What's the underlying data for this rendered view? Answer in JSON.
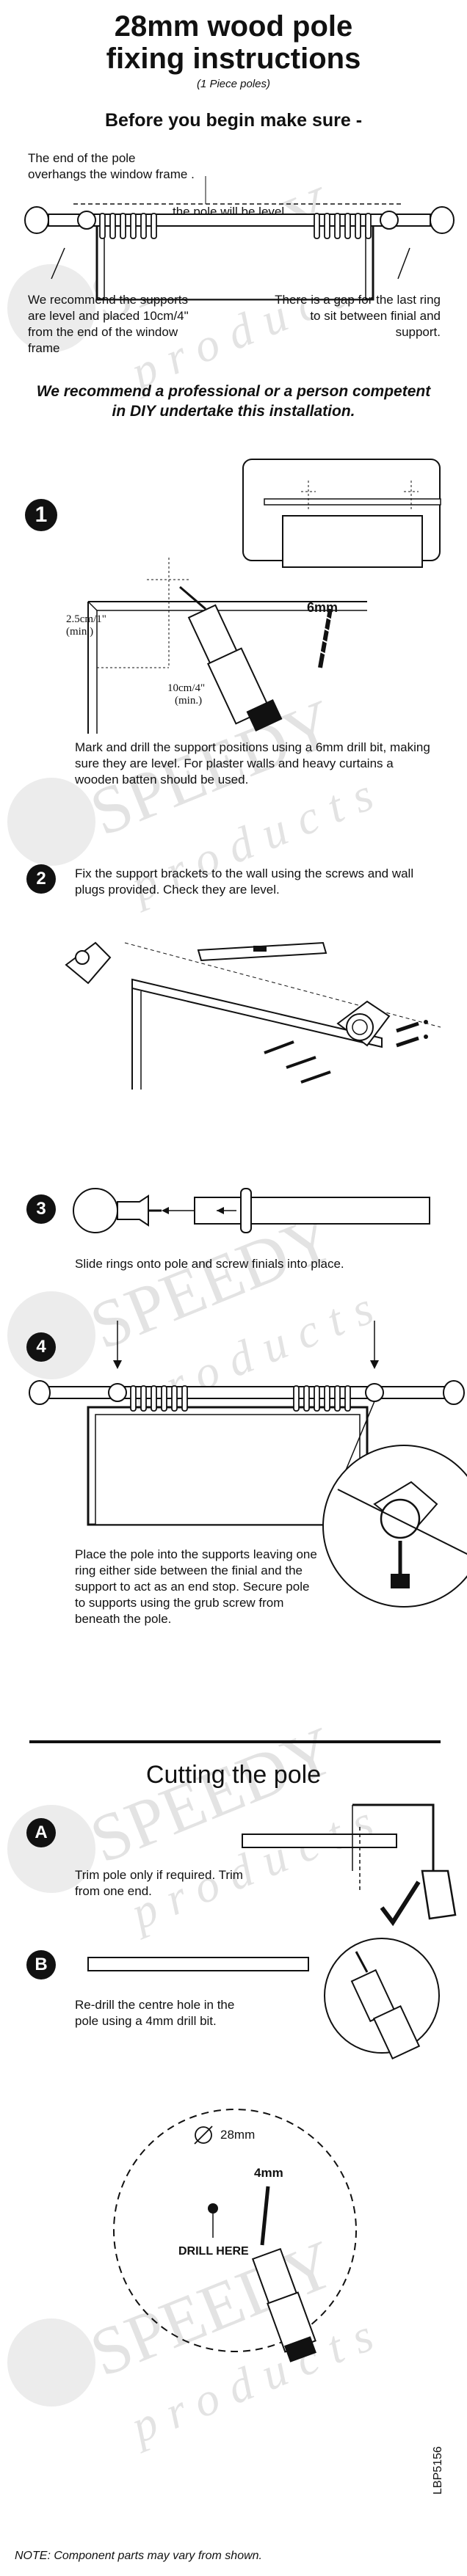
{
  "title_line1": "28mm wood pole",
  "title_line2": "fixing instructions",
  "subtitle": "(1 Piece poles)",
  "before_heading": "Before you begin make sure -",
  "notes": {
    "overhang": "The end of the pole overhangs the window frame .",
    "level": "the pole will be level.",
    "recommend": "We recommend the supports are level and placed 10cm/4\" from the end of the window frame",
    "gap": "There is a gap for the last ring to sit between finial and support."
  },
  "professional": "We recommend a professional or a person competent in DIY undertake this installation.",
  "steps": [
    {
      "number": "1",
      "text": "Mark and drill the support positions using a 6mm drill bit, making sure they are level. For plaster walls and heavy curtains a wooden batten should be used."
    },
    {
      "number": "2",
      "text": "Fix the support brackets to the wall using the screws and wall plugs provided. Check they are level."
    },
    {
      "number": "3",
      "text": "Slide rings onto pole and screw finials into place."
    },
    {
      "number": "4",
      "text": "Place the pole into the supports leaving one ring either side between the finial and the support to act as an end stop. Secure pole to supports using the grub screw from beneath the pole."
    }
  ],
  "step1_labels": {
    "top_gap": "2.5cm/1\"",
    "top_min": "(min.)",
    "side_gap": "10cm/4\"",
    "side_min": "(min.)",
    "drill_size": "6mm"
  },
  "cutting_heading": "Cutting the pole",
  "cut_steps": [
    {
      "letter": "A",
      "text": "Trim pole only if required. Trim from one end."
    },
    {
      "letter": "B",
      "text": "Re-drill the centre hole in the pole using a 4mm drill bit."
    }
  ],
  "diameter_label": "28mm",
  "drill_label": "4mm",
  "drill_here": "DRILL HERE",
  "note": "NOTE: Component parts may vary from shown.",
  "code": "LBP5156",
  "watermark_brand": "SPEEDY",
  "watermark_sub": "products"
}
